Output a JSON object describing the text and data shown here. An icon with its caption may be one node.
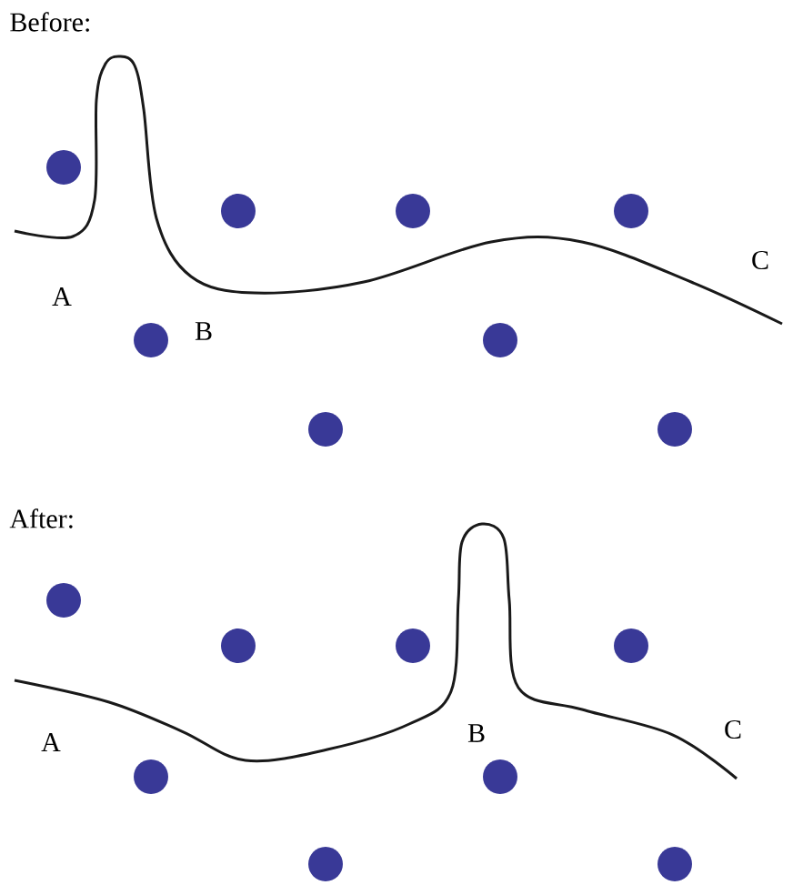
{
  "diagram": {
    "labels": [
      "Before:",
      "A",
      "B",
      "C",
      "After:",
      "A",
      "B",
      "C"
    ]
  }
}
